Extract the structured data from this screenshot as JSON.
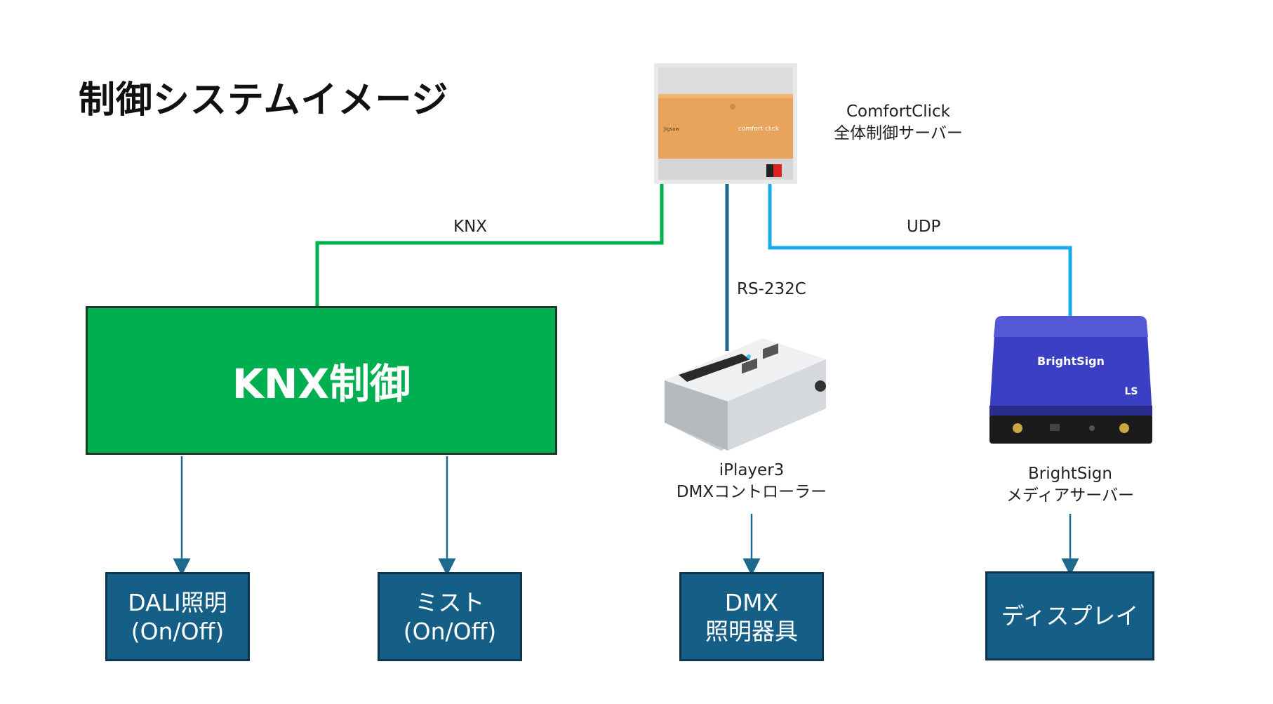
{
  "title": "制御システムイメージ",
  "server": {
    "name": "ComfortClick",
    "desc": "全体制御サーバー",
    "panel_brand": "comfort click",
    "panel_sub": "Jigsaw"
  },
  "connections": {
    "knx": "KNX",
    "rs232c": "RS-232C",
    "udp": "UDP"
  },
  "knx_block": {
    "label": "KNX制御"
  },
  "dmx_controller": {
    "name": "iPlayer3",
    "desc": "DMXコントローラー"
  },
  "media_server": {
    "name": "BrightSign",
    "desc": "メディアサーバー",
    "logo": "BrightSign",
    "model": "LS"
  },
  "outputs": {
    "dali": {
      "line1": "DALI照明",
      "line2": "(On/Off)"
    },
    "mist": {
      "line1": "ミスト",
      "line2": "(On/Off)"
    },
    "dmx": {
      "line1": "DMX",
      "line2": "照明器具"
    },
    "display": {
      "line1": "ディスプレイ"
    }
  },
  "colors": {
    "knx_green": "#00b050",
    "rs232_blue": "#1e6a8e",
    "udp_cyan": "#1aabe8",
    "box_blue": "#155e86",
    "arrow": "#1e6a8e"
  }
}
